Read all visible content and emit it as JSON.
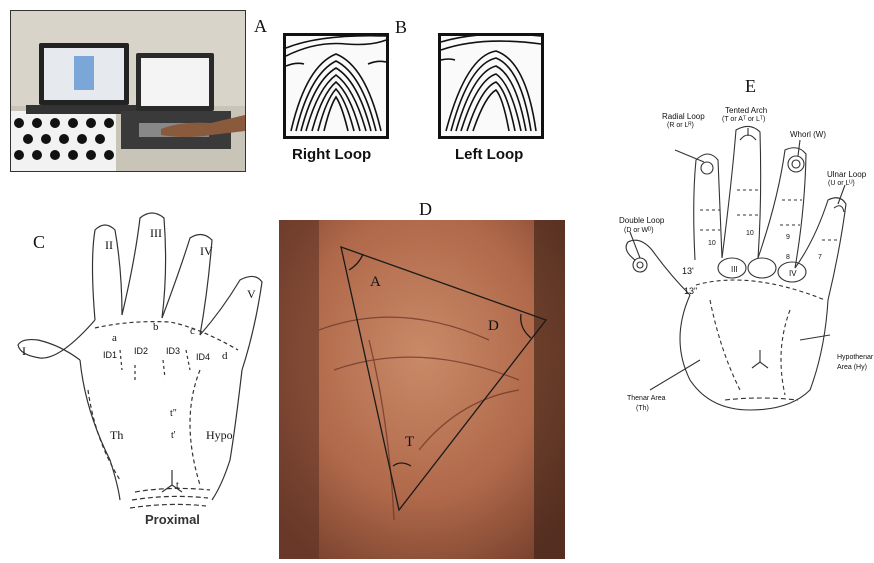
{
  "panels": {
    "a": {
      "letter": "A"
    },
    "b": {
      "letter": "B",
      "right_caption": "Right Loop",
      "left_caption": "Left Loop"
    },
    "c": {
      "letter": "C",
      "digits": [
        "I",
        "II",
        "III",
        "IV",
        "V"
      ],
      "triradii": [
        "a",
        "b",
        "c",
        "d"
      ],
      "interdigital": [
        "ID1",
        "ID2",
        "ID3",
        "ID4"
      ],
      "areas": [
        "Th",
        "Hypo"
      ],
      "axial": [
        "t\"",
        "t'",
        "t"
      ],
      "proximal": "Proximal"
    },
    "d": {
      "letter": "D",
      "angles": [
        "A",
        "D",
        "T"
      ]
    },
    "e": {
      "letter": "E",
      "patterns": [
        {
          "name": "Radial Loop",
          "code": "(R or Lᴿ)"
        },
        {
          "name": "Tented Arch",
          "code": "(T or Aᵀ or Lᵀ)"
        },
        {
          "name": "Whorl (W)",
          "code": ""
        },
        {
          "name": "Ulnar Loop",
          "code": "(U or Lᵁ)"
        },
        {
          "name": "Double Loop",
          "code": "(D or Wᴰ)"
        }
      ],
      "ridge_labels": [
        "13'",
        "13\"",
        "III",
        "IV",
        "10",
        "10",
        "9",
        "8",
        "7"
      ],
      "areas": {
        "thenar": "Thenar Area",
        "thenar_code": "(Th)",
        "hypothenar": "Hypothenar",
        "hypothenar_code": "Area (Hy)"
      }
    }
  }
}
